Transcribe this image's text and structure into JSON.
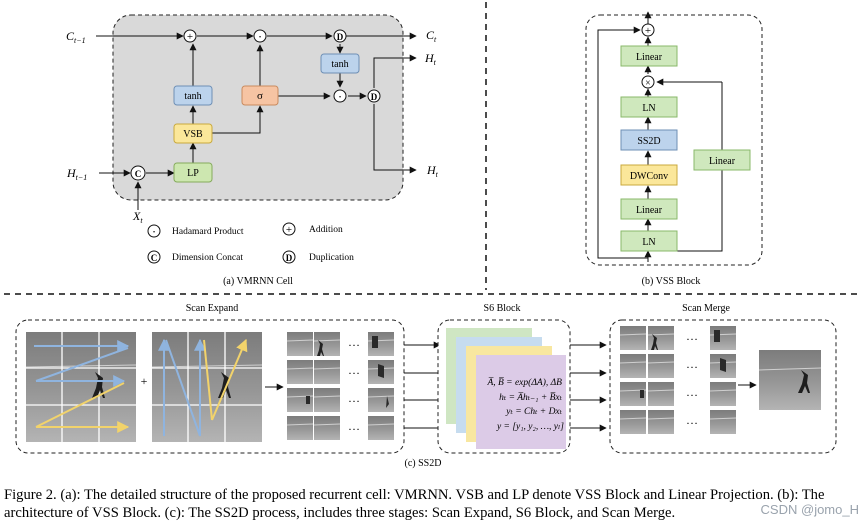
{
  "panel_a": {
    "label": "(a) VMRNN Cell",
    "inputs": {
      "c_prev": "C",
      "c_prev_sub": "t−1",
      "h_prev": "H",
      "h_prev_sub": "t−1",
      "x": "X",
      "x_sub": "t"
    },
    "outputs": {
      "c": "C",
      "c_sub": "t",
      "h1": "H",
      "h1_sub": "t",
      "h2": "H",
      "h2_sub": "t"
    },
    "blocks": {
      "tanh_left": "tanh",
      "vsb": "VSB",
      "lp": "LP",
      "sigma": "σ",
      "tanh_right": "tanh"
    },
    "ops": {
      "add": "+",
      "mul": "·",
      "concat": "C",
      "dup": "D"
    },
    "legend": {
      "hadamard": "Hadamard Product",
      "addition": "Addition",
      "concat": "Dimension Concat",
      "duplication": "Duplication"
    }
  },
  "panel_b": {
    "label": "(b) VSS Block",
    "blocks": {
      "linear_top": "Linear",
      "ln_top": "LN",
      "ss2d": "SS2D",
      "dwconv": "DWConv",
      "linear_mid": "Linear",
      "ln_bottom": "LN",
      "linear_side": "Linear"
    },
    "ops": {
      "add": "+",
      "mul": "×"
    }
  },
  "panel_c": {
    "label": "(c) SS2D",
    "scan_expand": "Scan Expand",
    "s6_block": "S6 Block",
    "scan_merge": "Scan Merge",
    "plus": "+",
    "ellipsis": "…",
    "eq1": "A̅, B̅ = exp(ΔA), ΔB",
    "eq2": "hₜ = A̅hₜ₋₁ + B̅xₜ",
    "eq3": "yₜ = Chₜ + Dxₜ",
    "eq4": "y = [y₁, y₂, …, yₗ]"
  },
  "caption": "Figure 2. (a): The detailed structure of the proposed recurrent cell: VMRNN. VSB and LP denote VSS Block and Linear Projection. (b): The architecture of VSS Block. (c): The SS2D process, includes three stages: Scan Expand, S6 Block, and Scan Merge.",
  "watermark": "CSDN @jomo_H",
  "colors": {
    "tanh": "#bcd3ec",
    "vsb": "#fbe79a",
    "lp": "#cde7b0",
    "sigma": "#f6c4a3",
    "ln": "#cfe8bd",
    "ss2d": "#bcd3ec",
    "dwconv": "#fbe79a",
    "s6_purple": "#dccbe7",
    "s6_yellow": "#f8e7a0",
    "s6_blue": "#c6dcef",
    "s6_green": "#cfe6c3",
    "cell_bg": "#d9d9d9",
    "scan_arrow_blue": "#8fb4df",
    "scan_arrow_yellow": "#f2d36b"
  }
}
